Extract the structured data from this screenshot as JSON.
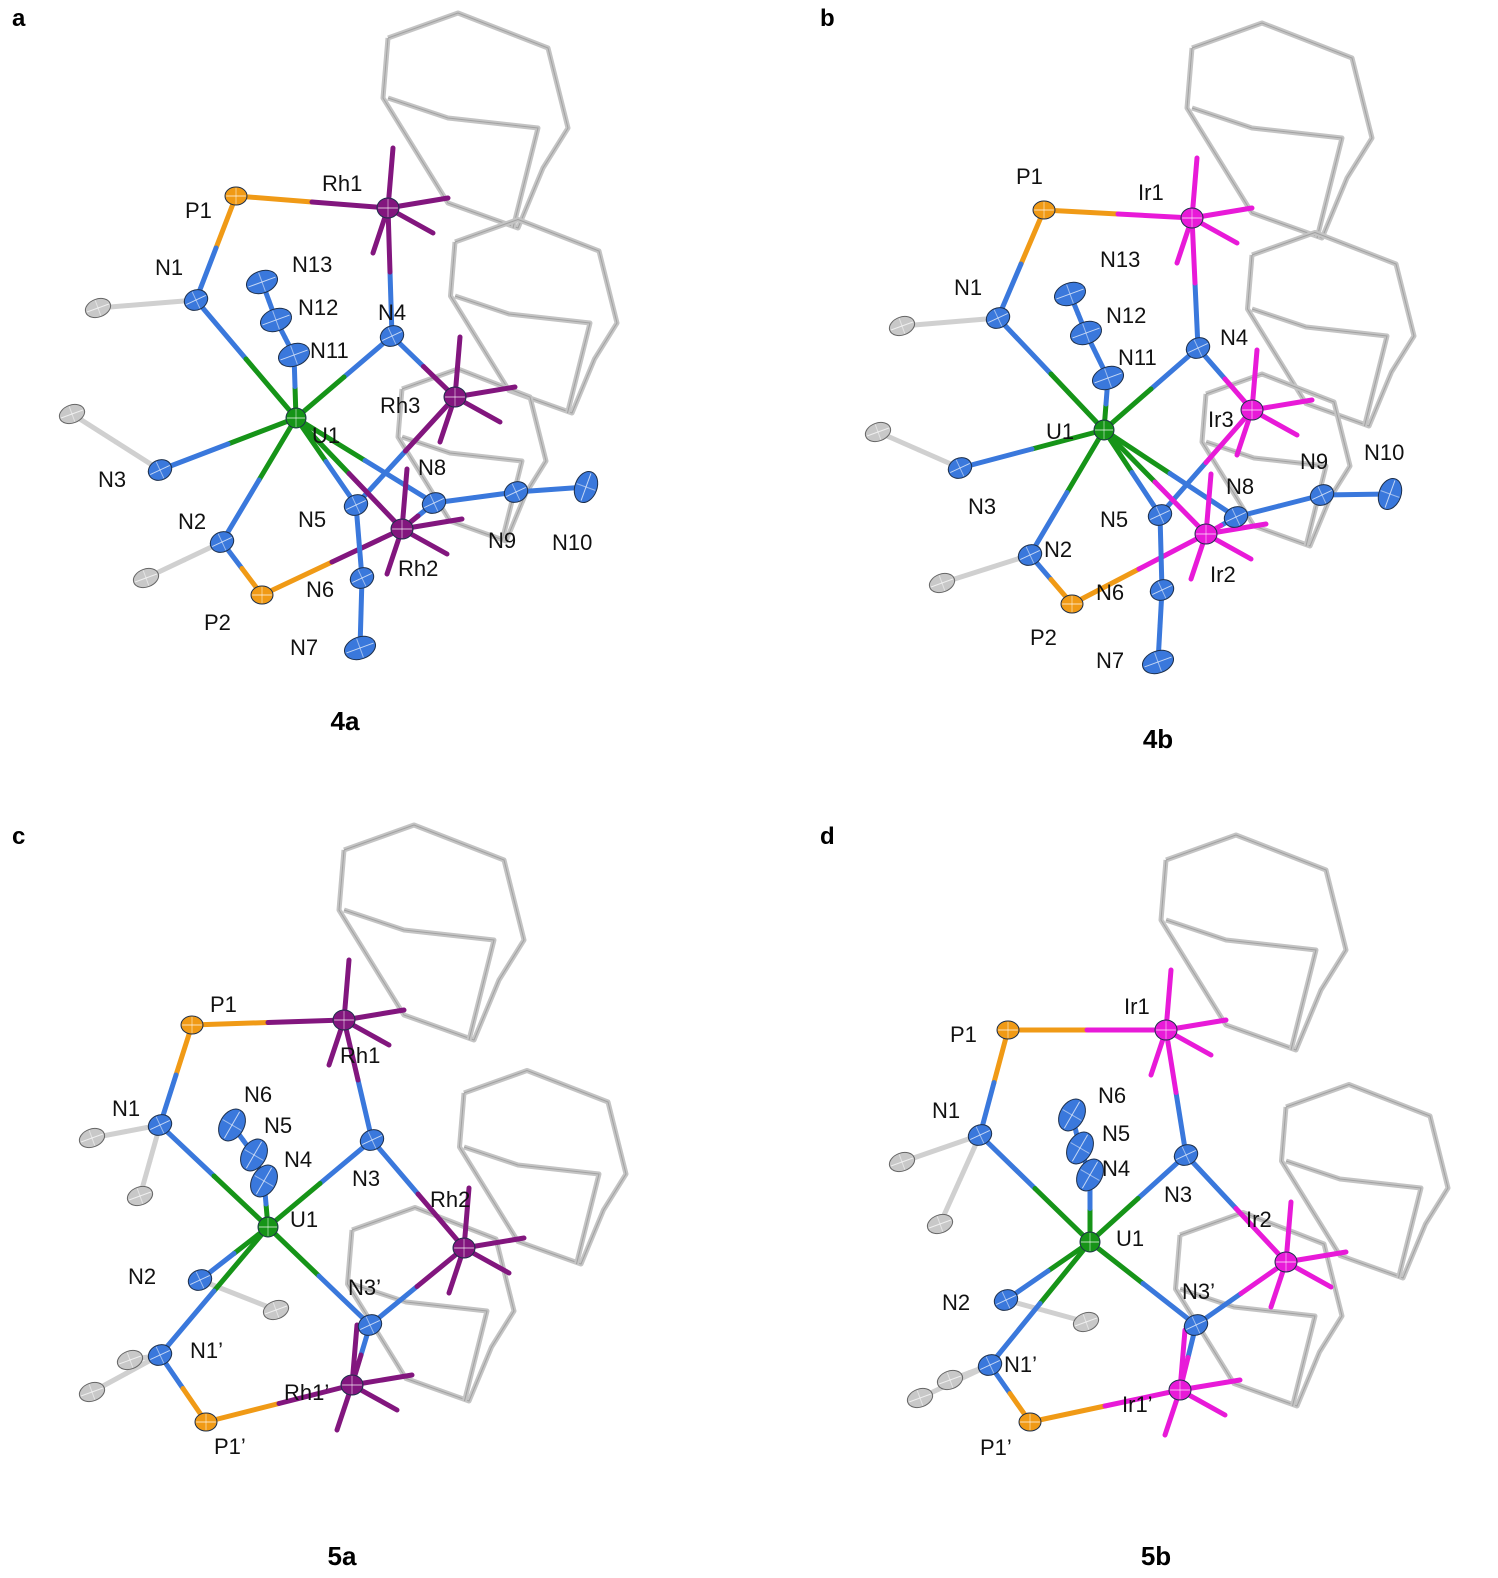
{
  "colors": {
    "uranium": "#169418",
    "nitrogen": "#3a78dc",
    "phosphorus": "#f09a16",
    "rhodium": "#82167e",
    "iridium": "#e81ad8",
    "carbon": "#c8c8c8",
    "carbon_stroke": "#666666"
  },
  "panels": [
    {
      "letter": "a",
      "compound": "4a",
      "metal": "Rh",
      "labels": [
        "P1",
        "Rh1",
        "N1",
        "N13",
        "N12",
        "N11",
        "N4",
        "U1",
        "Rh3",
        "N3",
        "N8",
        "N2",
        "N5",
        "N9",
        "N10",
        "Rh2",
        "N6",
        "P2",
        "N7"
      ]
    },
    {
      "letter": "b",
      "compound": "4b",
      "metal": "Ir",
      "labels": [
        "P1",
        "Ir1",
        "N13",
        "N1",
        "N12",
        "N4",
        "N11",
        "U1",
        "Ir3",
        "N9",
        "N10",
        "N8",
        "N3",
        "N5",
        "N2",
        "Ir2",
        "N6",
        "P2",
        "N7"
      ]
    },
    {
      "letter": "c",
      "compound": "5a",
      "metal": "Rh",
      "labels": [
        "P1",
        "Rh1",
        "N6",
        "N1",
        "N5",
        "N4",
        "N3",
        "Rh2",
        "U1",
        "N2",
        "N3’",
        "N1’",
        "Rh1’",
        "P1’"
      ]
    },
    {
      "letter": "d",
      "compound": "5b",
      "metal": "Ir",
      "labels": [
        "Ir1",
        "P1",
        "N6",
        "N1",
        "N5",
        "N4",
        "N3",
        "U1",
        "Ir2",
        "N3’",
        "N2",
        "N1’",
        "Ir1’",
        "P1’"
      ]
    }
  ]
}
